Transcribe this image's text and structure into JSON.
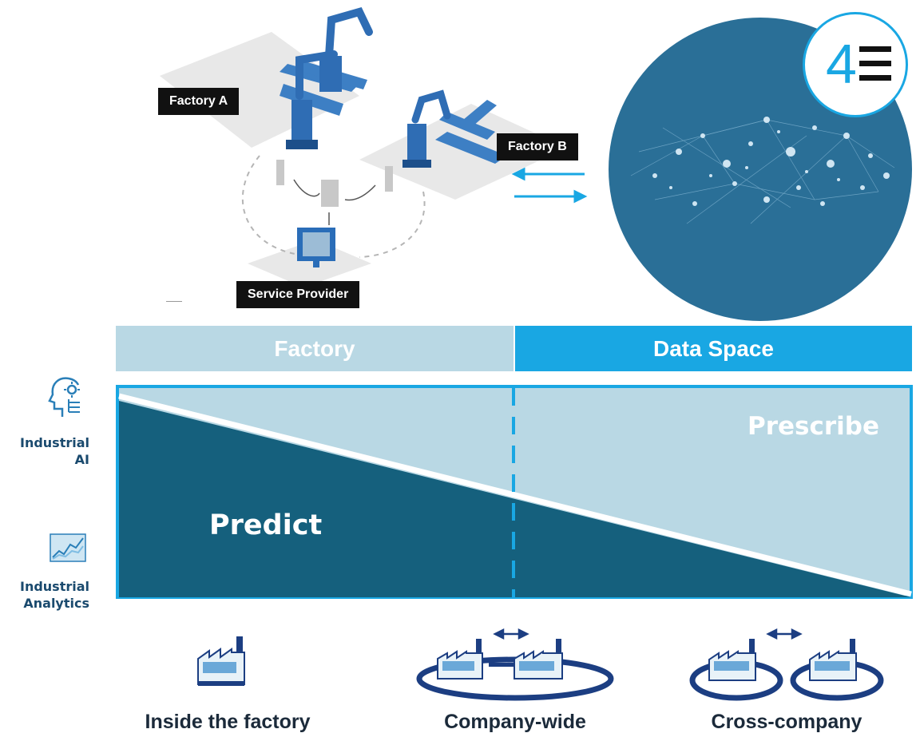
{
  "top_scene": {
    "factory_a_label": "Factory A",
    "factory_b_label": "Factory B",
    "service_provider_label": "Service Provider"
  },
  "logo": {
    "text": "4"
  },
  "bands": {
    "factory": "Factory",
    "data_space": "Data Space"
  },
  "diagram": {
    "predict": "Predict",
    "prescribe": "Prescribe"
  },
  "side_labels": {
    "industrial_ai": [
      "Industrial",
      "AI"
    ],
    "industrial_analytics": [
      "Industrial",
      "Analytics"
    ]
  },
  "scopes": [
    {
      "label": "Inside the factory"
    },
    {
      "label": "Company-wide"
    },
    {
      "label": "Cross-company"
    }
  ],
  "colors": {
    "accent_blue": "#19a7e3",
    "light_blue": "#b9d8e4",
    "dark_blue": "#15607d",
    "navy": "#1c3e82",
    "globe": "#2a6f97"
  }
}
